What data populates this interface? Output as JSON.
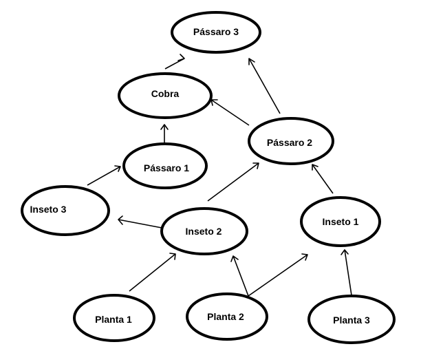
{
  "diagram": {
    "nodes": [
      {
        "id": "passaro3",
        "label": "Pássaro 3"
      },
      {
        "id": "cobra",
        "label": "Cobra"
      },
      {
        "id": "passaro2",
        "label": "Pássaro 2"
      },
      {
        "id": "passaro1",
        "label": "Pássaro 1"
      },
      {
        "id": "inseto3",
        "label": "Inseto 3"
      },
      {
        "id": "inseto2",
        "label": "Inseto 2"
      },
      {
        "id": "inseto1",
        "label": "Inseto 1"
      },
      {
        "id": "planta1",
        "label": "Planta 1"
      },
      {
        "id": "planta2",
        "label": "Planta 2"
      },
      {
        "id": "planta3",
        "label": "Planta 3"
      }
    ],
    "edges": [
      {
        "from": "cobra",
        "to": "passaro3"
      },
      {
        "from": "passaro2",
        "to": "passaro3"
      },
      {
        "from": "passaro2",
        "to": "cobra"
      },
      {
        "from": "passaro1",
        "to": "cobra"
      },
      {
        "from": "inseto3",
        "to": "passaro1"
      },
      {
        "from": "inseto2",
        "to": "inseto3"
      },
      {
        "from": "inseto2",
        "to": "passaro2"
      },
      {
        "from": "inseto1",
        "to": "passaro2"
      },
      {
        "from": "planta1",
        "to": "inseto2"
      },
      {
        "from": "planta2",
        "to": "inseto2"
      },
      {
        "from": "planta2",
        "to": "inseto1"
      },
      {
        "from": "planta3",
        "to": "inseto1"
      }
    ]
  }
}
